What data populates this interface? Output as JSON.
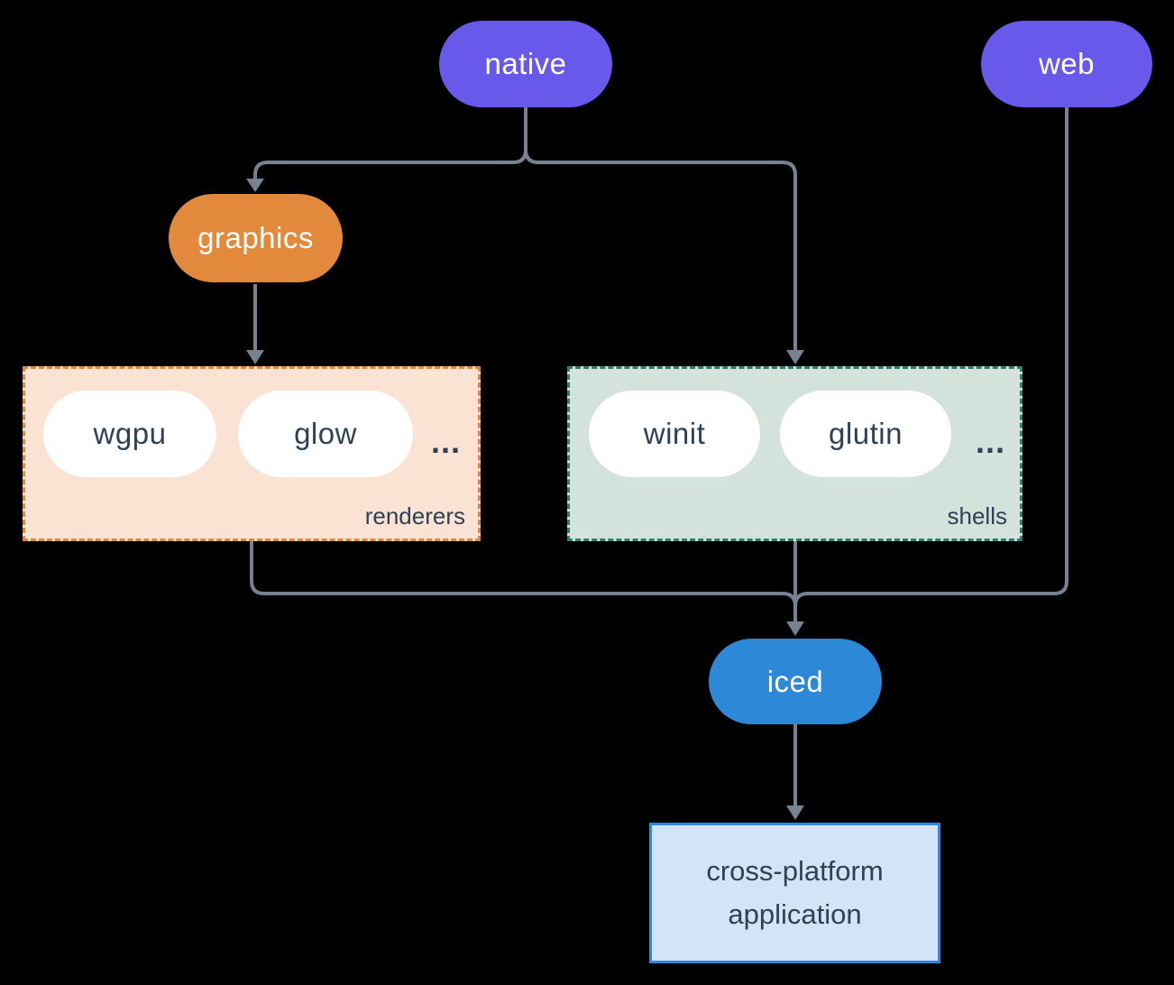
{
  "diagram": {
    "background": "#000000",
    "nodes": {
      "native": {
        "label": "native"
      },
      "web": {
        "label": "web"
      },
      "graphics": {
        "label": "graphics"
      },
      "wgpu": {
        "label": "wgpu"
      },
      "glow": {
        "label": "glow"
      },
      "winit": {
        "label": "winit"
      },
      "glutin": {
        "label": "glutin"
      },
      "iced": {
        "label": "iced"
      },
      "app": {
        "label": "cross-platform application"
      }
    },
    "groups": {
      "renderers": {
        "label": "renderers",
        "ellipsis": "..."
      },
      "shells": {
        "label": "shells",
        "ellipsis": "..."
      }
    },
    "edges": [
      {
        "from": "native",
        "to": "graphics"
      },
      {
        "from": "native",
        "to": "shells"
      },
      {
        "from": "graphics",
        "to": "renderers"
      },
      {
        "from": "renderers",
        "to": "iced"
      },
      {
        "from": "shells",
        "to": "iced"
      },
      {
        "from": "web",
        "to": "iced"
      },
      {
        "from": "iced",
        "to": "app"
      }
    ],
    "colors": {
      "purple": "#6959EB",
      "orange": "#E3893C",
      "blue": "#2D89D8",
      "renderers_fill": "#FAE3D3",
      "renderers_border": "#E0873D",
      "shells_fill": "#D3E2DB",
      "shells_border": "#2E7D6E",
      "app_fill": "#D2E4F6",
      "app_border": "#3087DD",
      "dark_text": "#2F4156",
      "line": "#76828F"
    }
  }
}
